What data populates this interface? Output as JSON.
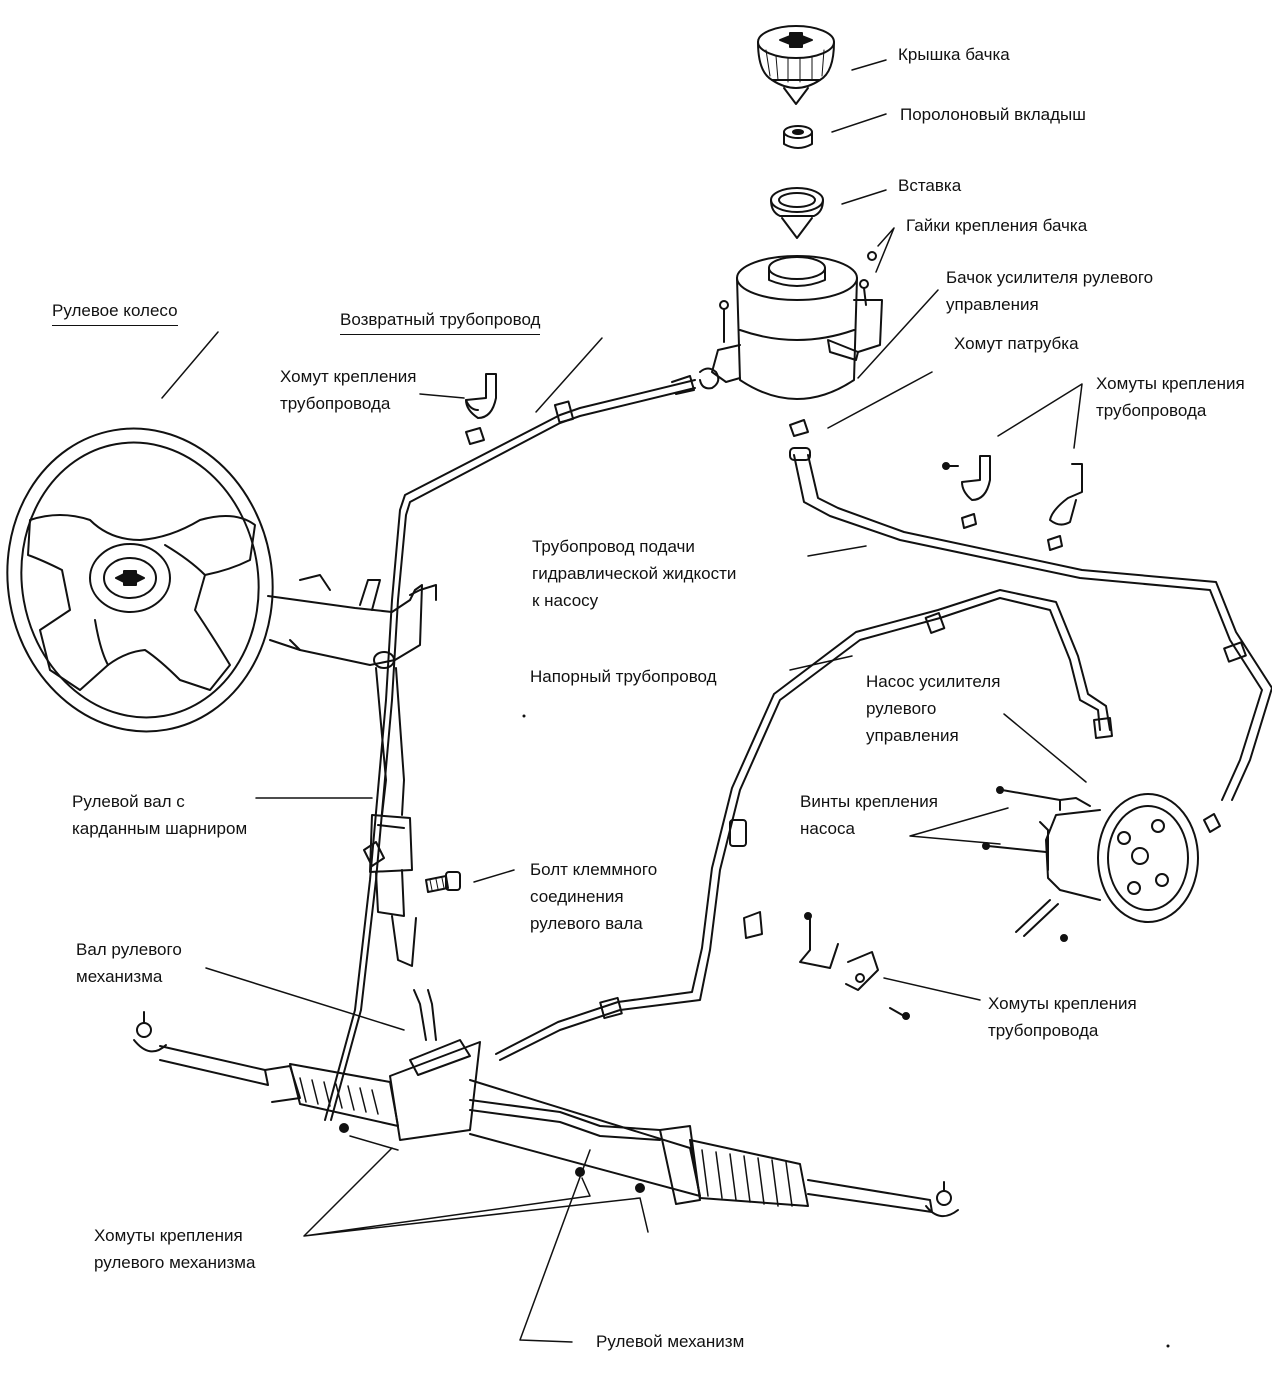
{
  "labels": {
    "cap": "Крышка бачка",
    "foam": "Поролоновый вкладыш",
    "insert": "Вставка",
    "tank_nuts": "Гайки крепления бачка",
    "reservoir_l1": "Бачок усилителя рулевого",
    "reservoir_l2": "управления",
    "hose_clamp": "Хомут патрубка",
    "pipe_clamps_tr_l1": "Хомуты крепления",
    "pipe_clamps_tr_l2": "трубопровода",
    "return_pipe": "Возвратный трубопровод",
    "steering_wheel": "Рулевое колесо",
    "pipe_clamp_l1": "Хомут крепления",
    "pipe_clamp_l2": "трубопровода",
    "supply_pipe_l1": "Трубопровод подачи",
    "supply_pipe_l2": "гидравлической жидкости",
    "supply_pipe_l3": "к насосу",
    "pressure_pipe": "Напорный трубопровод",
    "pump_l1": "Насос усилителя",
    "pump_l2": "рулевого",
    "pump_l3": "управления",
    "pump_screws_l1": "Винты крепления",
    "pump_screws_l2": "насоса",
    "steering_shaft_l1": "Рулевой вал с",
    "steering_shaft_l2": "карданным шарниром",
    "clamp_bolt_l1": "Болт клеммного",
    "clamp_bolt_l2": "соединения",
    "clamp_bolt_l3": "рулевого вала",
    "gear_shaft_l1": "Вал рулевого",
    "gear_shaft_l2": "механизма",
    "pipe_clamps_br_l1": "Хомуты крепления",
    "pipe_clamps_br_l2": "трубопровода",
    "gear_clamps_l1": "Хомуты крепления",
    "gear_clamps_l2": "рулевого механизма",
    "steering_gear": "Рулевой механизм"
  }
}
